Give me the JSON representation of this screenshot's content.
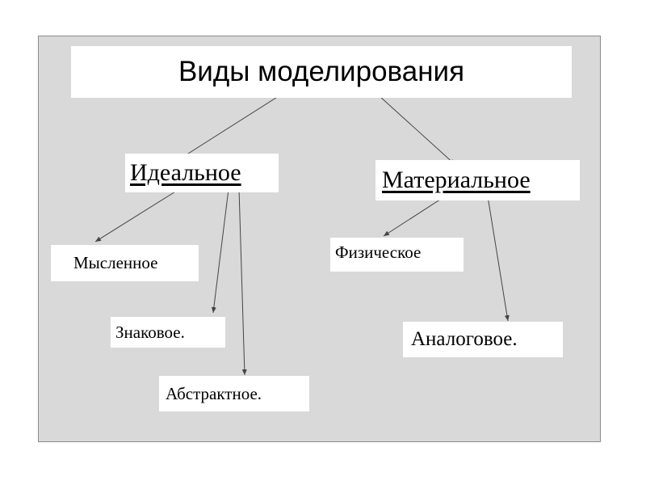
{
  "diagram": {
    "title": "Виды моделирования",
    "ideal": "Идеальное",
    "material": "Материальное",
    "mental": "Мысленное",
    "sign": "Знаковое.",
    "abstract": "Абстрактное.",
    "physical": "Физическое",
    "analog": "Аналоговое."
  },
  "colors": {
    "background": "#d9d9d9",
    "box": "#ffffff",
    "arrow": "#444444"
  }
}
